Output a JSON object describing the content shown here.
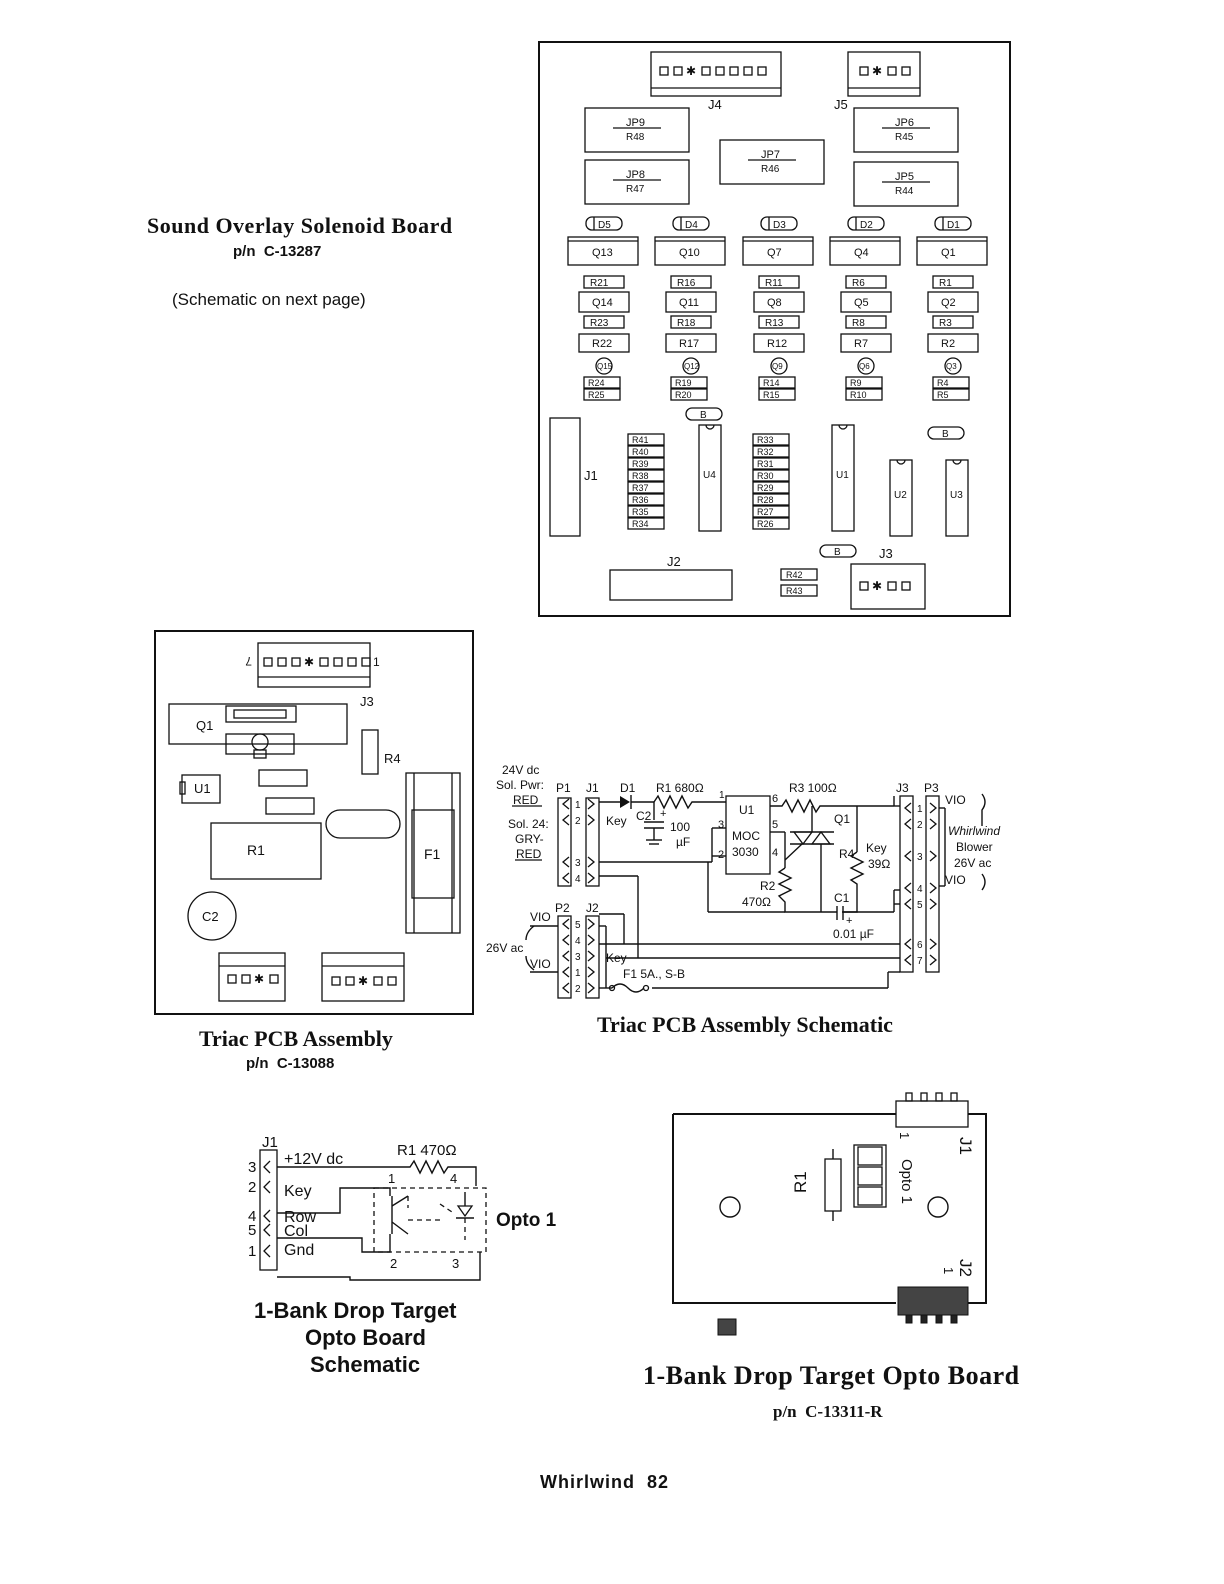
{
  "sound_board": {
    "title": "Sound Overlay Solenoid Board",
    "part_number": "p/n  C-13287",
    "note": "(Schematic on next page)",
    "connectors": [
      "J4",
      "J5",
      "J1",
      "J2",
      "J3"
    ],
    "jumpers": [
      {
        "jp": "JP9",
        "r": "R48"
      },
      {
        "jp": "JP8",
        "r": "R47"
      },
      {
        "jp": "JP7",
        "r": "R46"
      },
      {
        "jp": "JP6",
        "r": "R45"
      },
      {
        "jp": "JP5",
        "r": "R44"
      }
    ],
    "diodes": [
      "D5",
      "D4",
      "D3",
      "D2",
      "D1"
    ],
    "big_transistors": [
      "Q13",
      "Q10",
      "Q7",
      "Q4",
      "Q1"
    ],
    "columns": [
      {
        "ra": "R21",
        "q": "Q14",
        "rb": "R23",
        "rc": "R22",
        "qs": "Q15",
        "rd": "R24",
        "re": "R25"
      },
      {
        "ra": "R16",
        "q": "Q11",
        "rb": "R18",
        "rc": "R17",
        "qs": "Q12",
        "rd": "R19",
        "re": "R20"
      },
      {
        "ra": "R11",
        "q": "Q8",
        "rb": "R13",
        "rc": "R12",
        "qs": "Q9",
        "rd": "R14",
        "re": "R15"
      },
      {
        "ra": "R6",
        "q": "Q5",
        "rb": "R8",
        "rc": "R7",
        "qs": "Q6",
        "rd": "R9",
        "re": "R10"
      },
      {
        "ra": "R1",
        "q": "Q2",
        "rb": "R3",
        "rc": "R2",
        "qs": "Q3",
        "rd": "R4",
        "re": "R5"
      }
    ],
    "resistor_stack_a": [
      "R41",
      "R40",
      "R39",
      "R38",
      "R37",
      "R36",
      "R35",
      "R34"
    ],
    "resistor_stack_b": [
      "R33",
      "R32",
      "R31",
      "R30",
      "R29",
      "R28",
      "R27",
      "R26"
    ],
    "chips": [
      "U4",
      "U1",
      "U2",
      "U3"
    ],
    "bypass": [
      "B",
      "B",
      "B"
    ],
    "bottom_resistors": [
      "R42",
      "R43"
    ]
  },
  "triac_board": {
    "title": "Triac PCB Assembly",
    "part_number": "p/n  C-13088",
    "labels": {
      "pin_left": "7",
      "pin_right": "1",
      "j3": "J3",
      "q1": "Q1",
      "r4": "R4",
      "u1": "U1",
      "r1": "R1",
      "f1": "F1",
      "c2": "C2"
    }
  },
  "triac_schematic": {
    "title": "Triac PCB Assembly Schematic",
    "texts": {
      "supply": "24V dc",
      "sol_pwr": "Sol. Pwr:",
      "red": "RED",
      "sol24": "Sol. 24:",
      "gry": "GRY-",
      "red2": "RED",
      "p1": "P1",
      "j1": "J1",
      "d1": "D1",
      "r1": "R1  680Ω",
      "r3": "R3  100Ω",
      "j3": "J3",
      "p3": "P3",
      "vio": "VIO",
      "key": "Key",
      "c2": "C2",
      "cap100": "100",
      "uf": "µF",
      "u1": "U1",
      "moc": "MOC",
      "moc_num": "3030",
      "q1": "Q1",
      "whirlwind": "Whirlwind",
      "blower": "Blower",
      "v26ac": "26V ac",
      "r4": "R4",
      "ohm39": "39Ω",
      "r2": "R2",
      "ohm470": "470Ω",
      "c1": "C1",
      "cap01": "0.01 µF",
      "p2": "P2",
      "j2": "J2",
      "ac26": "26V ac",
      "fuse": "F1  5A., S-B",
      "plus": "+"
    },
    "pins": [
      "1",
      "2",
      "3",
      "4",
      "5",
      "6",
      "7"
    ]
  },
  "opto_schematic": {
    "title_line1": "1-Bank Drop Target",
    "title_line2": "Opto Board",
    "title_line3": "Schematic",
    "j1": "J1",
    "r1": "R1  470Ω",
    "pins": [
      "3",
      "2",
      "4",
      "5",
      "1"
    ],
    "signals": [
      "+12V dc",
      "Key",
      "Row",
      "Col",
      "Gnd"
    ],
    "device_pins": [
      "1",
      "4",
      "2",
      "3"
    ],
    "opto": "Opto 1"
  },
  "opto_board": {
    "title": "1-Bank Drop Target Opto Board",
    "part_number": "p/n  C-13311-R",
    "labels": {
      "j1": "J1",
      "j2": "J2",
      "pin1": "1",
      "pin1b": "1",
      "r1": "R1",
      "opto": "Opto 1"
    }
  },
  "footer": {
    "text": "Whirlwind  82"
  }
}
